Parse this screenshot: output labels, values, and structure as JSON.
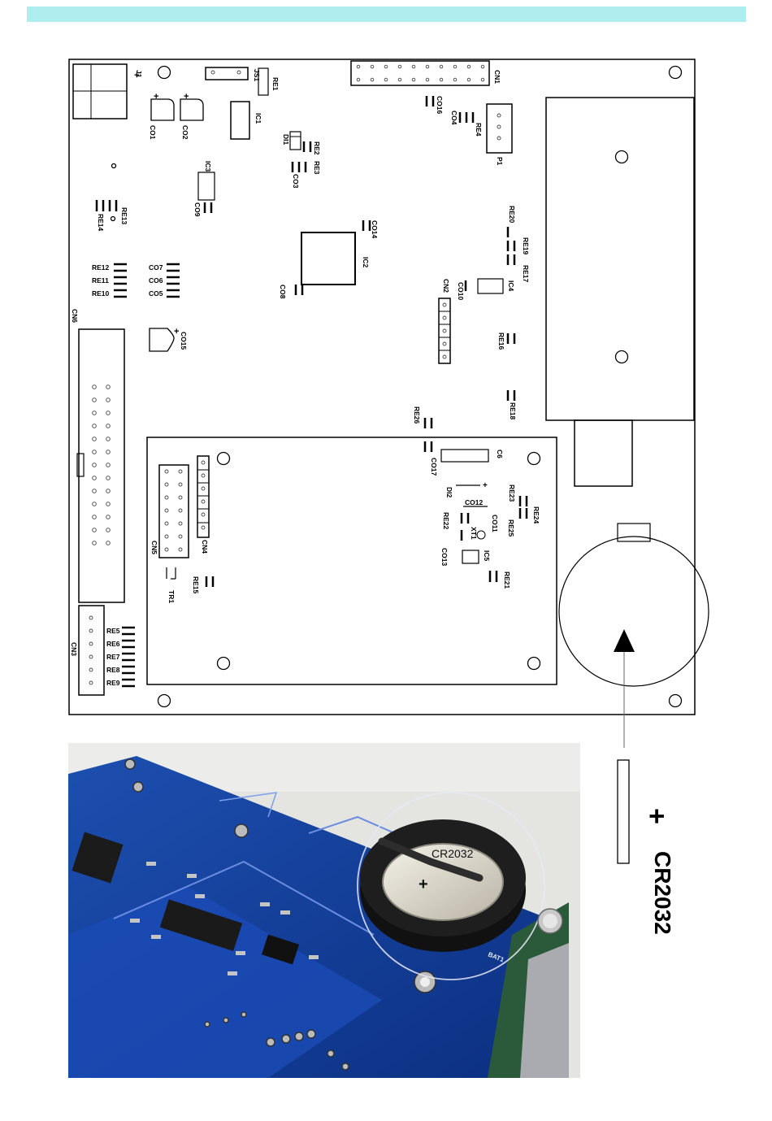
{
  "battery": {
    "type_label": "CR2032",
    "plus_sign": "+",
    "bat_label": "BAT1",
    "photo_label": "CR2032",
    "photo_plus": "+"
  },
  "labels": {
    "J1": "J1",
    "JS1": "JS1",
    "RE1": "RE1",
    "IC1": "IC1",
    "CN1": "CN1",
    "CO16": "CO16",
    "CO4": "CO4",
    "RE4": "RE4",
    "P1": "P1",
    "CO1": "CO1",
    "CO2": "CO2",
    "DI1": "DI1",
    "RE2": "RE2",
    "RE3": "RE3",
    "CO3": "CO3",
    "IC3": "IC3",
    "CO9": "CO9",
    "RE13": "RE13",
    "RE14": "RE14",
    "CO14": "CO14",
    "IC2": "IC2",
    "CO8": "CO8",
    "RE20": "RE20",
    "RE19": "RE19",
    "RE17": "RE17",
    "RE12": "RE12",
    "RE11": "RE11",
    "RE10": "RE10",
    "CO7": "CO7",
    "CO6": "CO6",
    "CO5": "CO5",
    "CN2": "CN2",
    "CO10": "CO10",
    "IC4": "IC4",
    "CN6": "CN6",
    "CO15": "CO15",
    "RE16": "RE16",
    "RE18": "RE18",
    "RE26": "RE26",
    "CO17": "CO17",
    "C6": "C6",
    "DI2": "DI2",
    "RE23": "RE23",
    "RE24": "RE24",
    "CO12": "CO12",
    "RE22": "RE22",
    "CO11": "CO11",
    "XT1": "XT1",
    "RE25": "RE25",
    "CO13": "CO13",
    "IC5": "IC5",
    "RE21": "RE21",
    "CN5": "CN5",
    "CN4": "CN4",
    "RE15": "RE15",
    "TR1": "TR1",
    "CN3": "CN3",
    "RE5": "RE5",
    "RE6": "RE6",
    "RE7": "RE7",
    "RE8": "RE8",
    "RE9": "RE9"
  }
}
